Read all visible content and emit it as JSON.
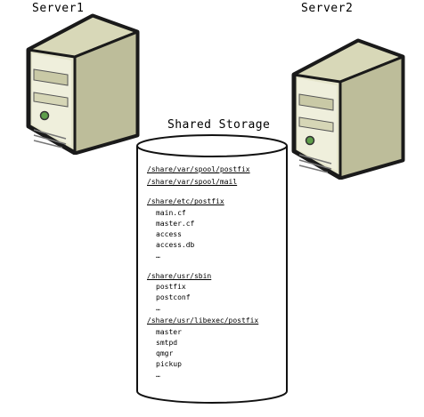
{
  "servers": [
    {
      "label": "Server1"
    },
    {
      "label": "Server2"
    }
  ],
  "storage": {
    "title": "Shared Storage",
    "groups": [
      {
        "path": "/share/var/spool/postfix",
        "items": []
      },
      {
        "path": "/share/var/spool/mail",
        "items": []
      },
      {
        "path": "/share/etc/postfix",
        "items": [
          "main.cf",
          "master.cf",
          "access",
          "access.db",
          "…"
        ]
      },
      {
        "path": "/share/usr/sbin",
        "items": [
          "postfix",
          "postconf",
          "…"
        ]
      },
      {
        "path": "/share/usr/libexec/postfix",
        "items": [
          "master",
          "smtpd",
          "qmgr",
          "pickup",
          "…"
        ]
      }
    ]
  },
  "icons": {
    "server": "server-tower-icon",
    "storage": "storage-cylinder-icon"
  },
  "colors": {
    "case_light": "#e6e6cc",
    "case_shadow": "#bdbd9a",
    "outline": "#1a1a1a",
    "led": "#5e9e4a"
  }
}
